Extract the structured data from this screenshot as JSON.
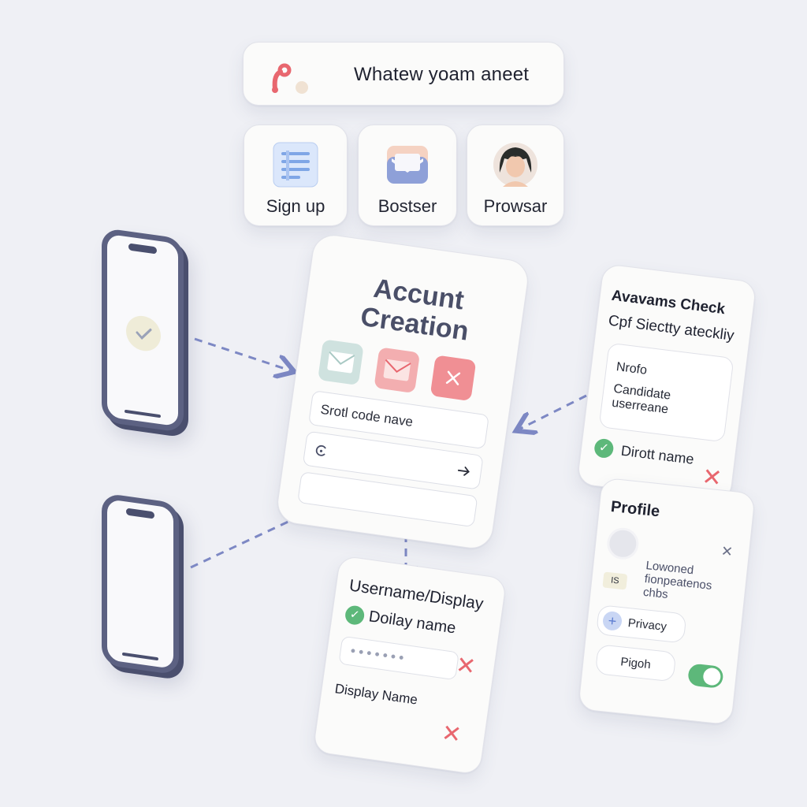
{
  "search": {
    "title": "Whatew yoam aneet",
    "logo_icon": "route-icon",
    "accent": "#e8676f"
  },
  "options": [
    {
      "label": "Sign up",
      "icon": "document-icon"
    },
    {
      "label": "Bostser",
      "icon": "box-icon"
    },
    {
      "label": "Prowsar",
      "icon": "avatar-icon"
    }
  ],
  "account": {
    "heading_line1": "Accunt",
    "heading_line2": "Creation",
    "code_field_placeholder": "Srotl code nave",
    "submit_icon": "arrow-right-icon"
  },
  "availability": {
    "title": "Avavams Check",
    "subtitle": "Cpf Siectty ateckliy",
    "line1": "Nrofo",
    "line2": "Candidate userreane",
    "status_label": "Dirott name"
  },
  "username": {
    "title": "Username/Display",
    "display_name_label": "Doilay name",
    "display_name_field": "Display Name"
  },
  "profile": {
    "title": "Profile",
    "description_line1": "Lowoned",
    "description_line2": "fionpeatenos",
    "description_line3": "chbs",
    "badge": "IS",
    "privacy_label": "Privacy",
    "pigoh_label": "Pigoh",
    "toggle_on": true
  },
  "colors": {
    "check_green": "#5db87a",
    "error_red": "#e8676f",
    "connector": "#7d88c4",
    "phone_frame": "#5c6182"
  }
}
